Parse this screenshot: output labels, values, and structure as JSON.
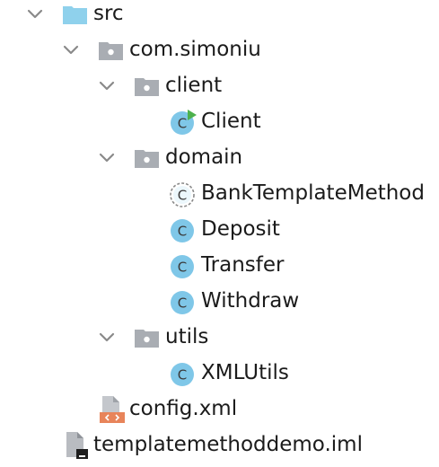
{
  "tree": {
    "src": "src",
    "package": "com.simoniu",
    "client_pkg": "client",
    "client_class": "Client",
    "domain_pkg": "domain",
    "bank_template": "BankTemplateMethod",
    "deposit": "Deposit",
    "transfer": "Transfer",
    "withdraw": "Withdraw",
    "utils_pkg": "utils",
    "xmlutils": "XMLUtils",
    "config": "config.xml",
    "iml": "templatemethoddemo.iml"
  },
  "icons": {
    "class_letter": "C",
    "colors": {
      "source_folder": "#8fd1ec",
      "package_folder": "#a9adb3",
      "class_circle": "#7fc7e8",
      "run_triangle": "#4db14d",
      "xml_badge": "#e8845a",
      "chevron": "#8a8a8a"
    }
  }
}
